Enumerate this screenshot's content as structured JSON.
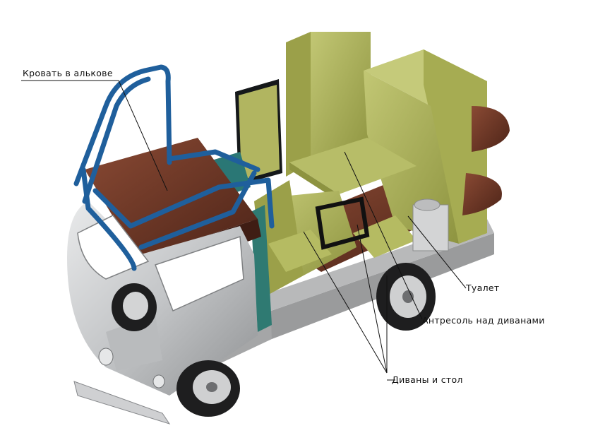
{
  "labels": {
    "alcove_bed": "Кровать в алькове",
    "toilet": "Туалет",
    "mezzanine": "Антресоль над диванами",
    "sofas_table": "Диваны и стол"
  },
  "colors": {
    "body_silver": "#c9cbcd",
    "furniture_olive": "#a7ad52",
    "cushion_brown": "#6a3323",
    "roll_bar_blue": "#1f5f9c",
    "floor_gray": "#a9aaab"
  }
}
